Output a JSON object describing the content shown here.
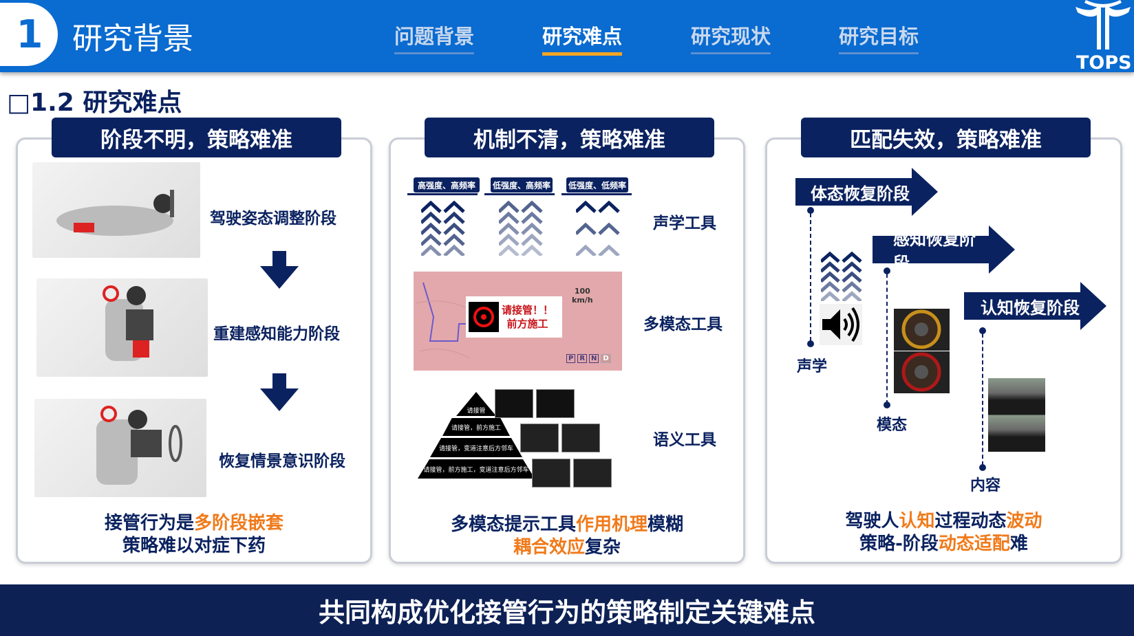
{
  "header": {
    "number": "1",
    "title": "研究背景",
    "nav": [
      "问题背景",
      "研究难点",
      "研究现状",
      "研究目标"
    ],
    "active_nav": "研究难点",
    "logo_text": "TOPS"
  },
  "section_title": "□1.2 研究难点",
  "panel1": {
    "title": "阶段不明，策略难准",
    "stages": [
      "驾驶姿态调整阶段",
      "重建感知能力阶段",
      "恢复情景意识阶段"
    ],
    "bottom": {
      "l1a": "接管行为是",
      "l1b": "多阶段嵌套",
      "l2": "策略难以对症下药"
    }
  },
  "panel2": {
    "title": "机制不清，策略难准",
    "labels": [
      "高强度、高频率",
      "低强度、高频率",
      "低强度、低频率"
    ],
    "tools": [
      "声学工具",
      "多模态工具",
      "语义工具"
    ],
    "dashboard": {
      "alert_l1": "请接管！！",
      "alert_l2": "前方施工",
      "speed": "100",
      "speed_unit": "km/h",
      "gears": [
        "P",
        "R",
        "N",
        "D"
      ]
    },
    "pyramid": [
      "请接管",
      "请接管，前方施工",
      "请接管，变道注意后方邻车",
      "请接管，前方施工，变道注意后方邻车"
    ],
    "bottom": {
      "l1a": "多模态提示工具",
      "l1b": "作用机理",
      "l1c": "模糊",
      "l2a": "耦合效应",
      "l2b": "复杂"
    }
  },
  "panel3": {
    "title": "匹配失效，策略难准",
    "phases": [
      "体态恢复阶段",
      "感知恢复阶段",
      "认知恢复阶段"
    ],
    "modes": [
      "声学",
      "模态",
      "内容"
    ],
    "bottom": {
      "l1a": "驾驶人",
      "l1b": "认知",
      "l1c": "过程动态",
      "l1d": "波动",
      "l2a": "策略-阶段",
      "l2b": "动态适配",
      "l2c": "难"
    }
  },
  "footer": "共同构成优化接管行为的策略制定关键难点",
  "colors": {
    "header_blue": "#0a6bd0",
    "navy": "#0b2260",
    "orange": "#f07a1a",
    "active_underline": "#f5a623"
  }
}
